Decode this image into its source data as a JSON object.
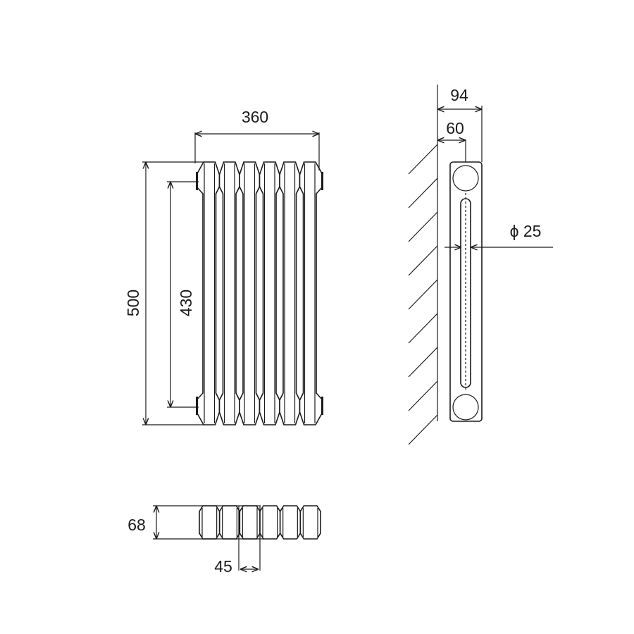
{
  "front_view": {
    "width_label": "360",
    "height_label": "500",
    "centres_label": "430",
    "columns": 6
  },
  "side_view": {
    "depth_label": "94",
    "wall_to_centre_label": "60",
    "pipe_label": "ϕ 25"
  },
  "plan_view": {
    "depth_label": "68",
    "pitch_label": "45",
    "columns": 6
  },
  "colors": {
    "line": "#1a1a1a",
    "background": "#ffffff"
  }
}
